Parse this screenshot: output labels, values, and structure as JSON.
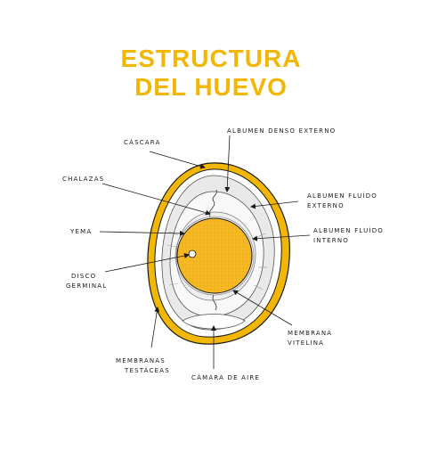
{
  "title": {
    "line1": "ESTRUCTURA",
    "line2": "DEL HUEVO"
  },
  "colors": {
    "accent": "#F2B705",
    "yolk": "#F4B41A",
    "shell": "#F2B705",
    "albumen": "#E6E6E6",
    "ink": "#1a1a1a"
  },
  "labels": {
    "cascara": "CÁSCARA",
    "albumen_denso_externo": "ALBUMEN DENSO EXTERNO",
    "chalazas": "CHALAZAS",
    "albumen_fluido_externo_1": "ALBUMEN FLUÍDO",
    "albumen_fluido_externo_2": "EXTERNO",
    "yema": "YEMA",
    "albumen_fluido_interno_1": "ALBUMEN FLUÍDO",
    "albumen_fluido_interno_2": "INTERNO",
    "disco_germinal_1": "DISCO",
    "disco_germinal_2": "GERMINAL",
    "membrana_vitelina_1": "MEMBRANA",
    "membrana_vitelina_2": "VITELINA",
    "membranas_testaceas_1": "MEMBRANAS",
    "membranas_testaceas_2": "TESTÁCEAS",
    "camara_de_aire": "CÁMARA DE AIRE"
  }
}
